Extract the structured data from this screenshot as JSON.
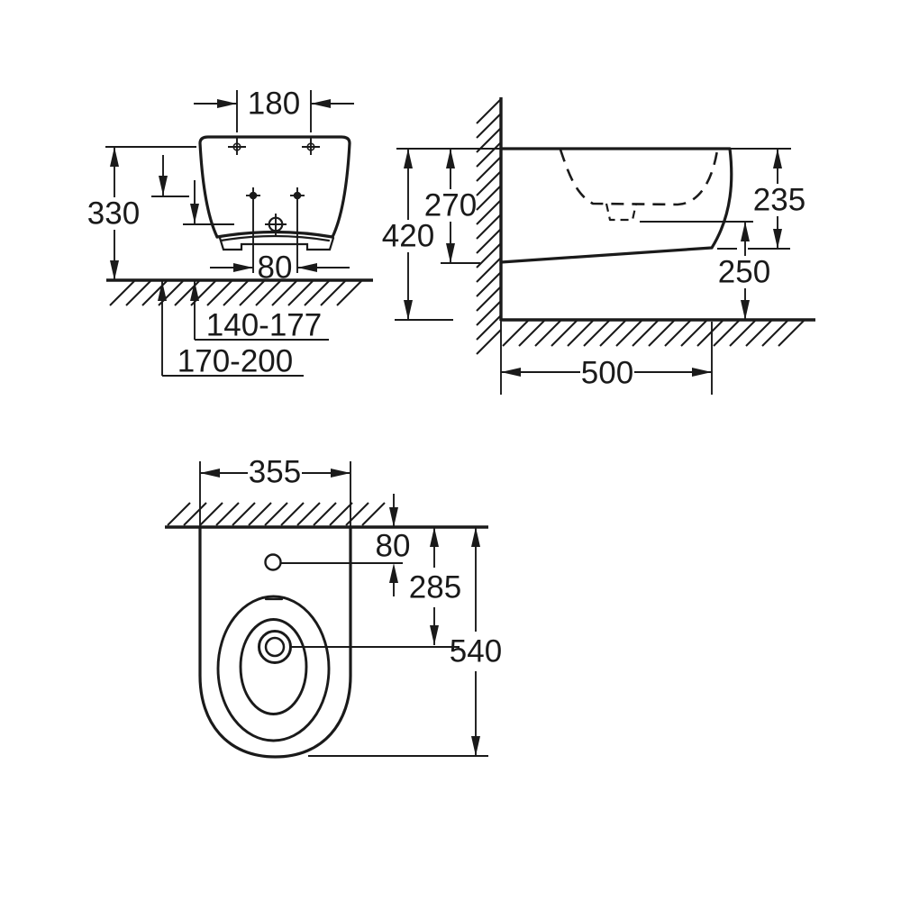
{
  "meta": {
    "description": "Technical installation dimension drawing of a wall-hung bidet, three orthographic views (front, side, plan)",
    "background_color": "#ffffff",
    "line_color": "#1a1a1a"
  },
  "views": {
    "front": {
      "title": "front-view",
      "dims": {
        "mounting_hole_width": "180",
        "overall_height": "330",
        "fixing_spacing": "80",
        "install_range_inner": "140-177",
        "install_range_outer": "170-200"
      }
    },
    "side": {
      "title": "side-view",
      "dims": {
        "top_height": "420",
        "wall_clearance_height": "270",
        "front_edge_height": "235",
        "outlet_height": "250",
        "depth": "500"
      }
    },
    "plan": {
      "title": "plan-view",
      "dims": {
        "width": "355",
        "tap_hole_offset": "80",
        "drain_center_offset": "285",
        "overall_length": "540"
      }
    }
  }
}
